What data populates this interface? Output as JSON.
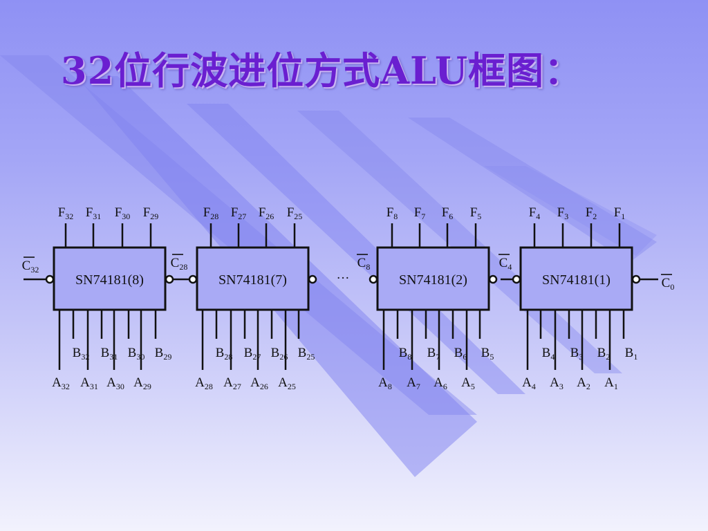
{
  "title": "32位行波进位方式ALU框图：",
  "ellipsis": "···",
  "chips": [
    {
      "label": "SN74181(8)",
      "carry_in": {
        "base": "C",
        "sub": "28"
      },
      "carry_out": {
        "base": "C",
        "sub": "32"
      },
      "outputs": [
        {
          "base": "F",
          "sub": "32"
        },
        {
          "base": "F",
          "sub": "31"
        },
        {
          "base": "F",
          "sub": "30"
        },
        {
          "base": "F",
          "sub": "29"
        }
      ],
      "b_inputs": [
        {
          "base": "B",
          "sub": "32"
        },
        {
          "base": "B",
          "sub": "31"
        },
        {
          "base": "B",
          "sub": "30"
        },
        {
          "base": "B",
          "sub": "29"
        }
      ],
      "a_inputs": [
        {
          "base": "A",
          "sub": "32"
        },
        {
          "base": "A",
          "sub": "31"
        },
        {
          "base": "A",
          "sub": "30"
        },
        {
          "base": "A",
          "sub": "29"
        }
      ]
    },
    {
      "label": "SN74181(7)",
      "carry_in": null,
      "carry_out": {
        "base": "C",
        "sub": "28"
      },
      "outputs": [
        {
          "base": "F",
          "sub": "28"
        },
        {
          "base": "F",
          "sub": "27"
        },
        {
          "base": "F",
          "sub": "26"
        },
        {
          "base": "F",
          "sub": "25"
        }
      ],
      "b_inputs": [
        {
          "base": "B",
          "sub": "28"
        },
        {
          "base": "B",
          "sub": "27"
        },
        {
          "base": "B",
          "sub": "26"
        },
        {
          "base": "B",
          "sub": "25"
        }
      ],
      "a_inputs": [
        {
          "base": "A",
          "sub": "28"
        },
        {
          "base": "A",
          "sub": "27"
        },
        {
          "base": "A",
          "sub": "26"
        },
        {
          "base": "A",
          "sub": "25"
        }
      ]
    },
    {
      "label": "SN74181(2)",
      "carry_in": {
        "base": "C",
        "sub": "4"
      },
      "carry_out": {
        "base": "C",
        "sub": "8"
      },
      "outputs": [
        {
          "base": "F",
          "sub": "8"
        },
        {
          "base": "F",
          "sub": "7"
        },
        {
          "base": "F",
          "sub": "6"
        },
        {
          "base": "F",
          "sub": "5"
        }
      ],
      "b_inputs": [
        {
          "base": "B",
          "sub": "8"
        },
        {
          "base": "B",
          "sub": "7"
        },
        {
          "base": "B",
          "sub": "6"
        },
        {
          "base": "B",
          "sub": "5"
        }
      ],
      "a_inputs": [
        {
          "base": "A",
          "sub": "8"
        },
        {
          "base": "A",
          "sub": "7"
        },
        {
          "base": "A",
          "sub": "6"
        },
        {
          "base": "A",
          "sub": "5"
        }
      ]
    },
    {
      "label": "SN74181(1)",
      "carry_in": {
        "base": "C",
        "sub": "0"
      },
      "carry_out": {
        "base": "C",
        "sub": "4"
      },
      "outputs": [
        {
          "base": "F",
          "sub": "4"
        },
        {
          "base": "F",
          "sub": "3"
        },
        {
          "base": "F",
          "sub": "2"
        },
        {
          "base": "F",
          "sub": "1"
        }
      ],
      "b_inputs": [
        {
          "base": "B",
          "sub": "4"
        },
        {
          "base": "B",
          "sub": "3"
        },
        {
          "base": "B",
          "sub": "2"
        },
        {
          "base": "B",
          "sub": "1"
        }
      ],
      "a_inputs": [
        {
          "base": "A",
          "sub": "4"
        },
        {
          "base": "A",
          "sub": "3"
        },
        {
          "base": "A",
          "sub": "2"
        },
        {
          "base": "A",
          "sub": "1"
        }
      ]
    }
  ],
  "colors": {
    "title": "#6a1fd0",
    "stripe": "#7b7df0",
    "chip_fill": "#a9aaf5",
    "line": "#111111"
  }
}
